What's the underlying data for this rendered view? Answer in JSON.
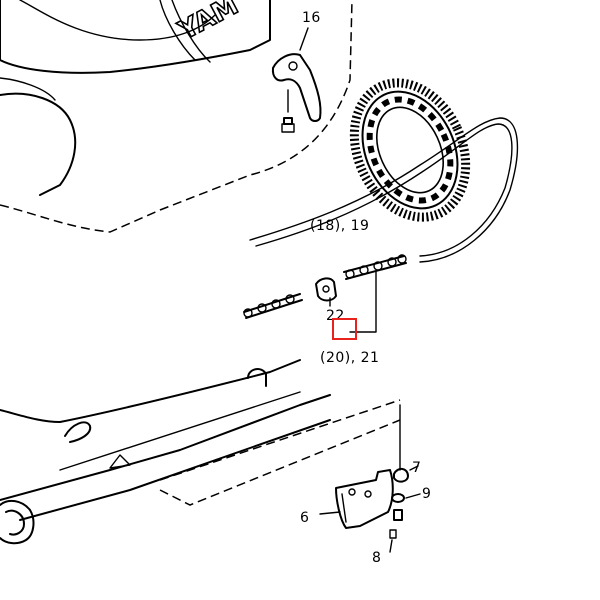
{
  "callouts": {
    "seat_bracket": "16",
    "sprocket": "(18), 19",
    "chain_joint": "22",
    "chain": "(20), 21",
    "chain_guide": "6",
    "bolt_top": "7",
    "washer": "9",
    "bolt_bottom": "8"
  },
  "seat_brand_text": "YAM",
  "highlight": {
    "color": "#e8221c"
  },
  "colors": {
    "ink": "#000000",
    "paper": "#ffffff"
  }
}
